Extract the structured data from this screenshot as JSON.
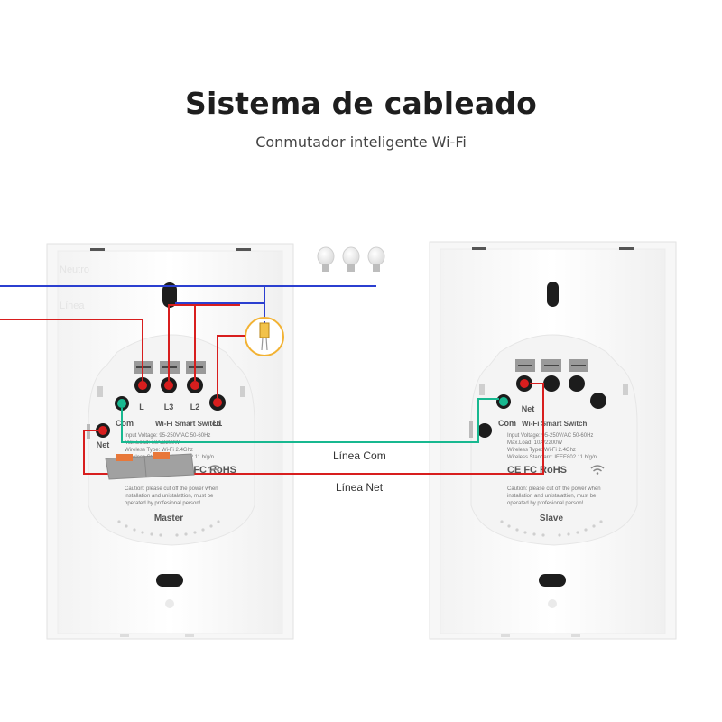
{
  "header": {
    "title": "Sistema de cableado",
    "subtitle": "Conmutador inteligente Wi-Fi"
  },
  "master": {
    "terminals": [
      "L",
      "L3",
      "L2",
      "L1"
    ],
    "com_label": "Com",
    "net_label": "Net",
    "product_name": "Wi-Fi Smart Switch",
    "specs": [
      "Input Voltage: 95-250V/AC 50-60Hz",
      "Max.Load: 10A/2200W",
      "Wireless Type: Wi-Fi 2.4Ghz",
      "Wireless Standard: IEEE802.11 b/g/n"
    ],
    "cert": "CE FC RoHS",
    "caution": [
      "Caution: please cut off the power when",
      "installation and unistalattion, must be",
      "operated by profesional person!"
    ],
    "name": "Master"
  },
  "slave": {
    "net_label": "Net",
    "com_label": "Com",
    "product_name": "Wi-Fi Smart Switch",
    "specs": [
      "Input Voltage: 95-250V/AC 50-60Hz",
      "Max.Load: 10A/2200W",
      "Wireless Type: Wi-Fi 2.4Ghz",
      "Wireless Standard: IEEE802.11 b/g/n"
    ],
    "cert": "CE FC RoHS",
    "caution": [
      "Caution: please cut off the power when",
      "installation and unistalattion, must be",
      "operated by profesional person!"
    ],
    "name": "Slave"
  },
  "wires": {
    "neutro": "Neutro",
    "linea": "Línea",
    "com": "Línea Com",
    "net": "Línea Net"
  },
  "colors": {
    "blue_wire": "#2b3fd0",
    "red_wire": "#d81e1e",
    "green_wire": "#18b890",
    "capacitor": "#f2b233",
    "connector": "#a1a1a1",
    "connector_tab": "#e8783a"
  },
  "icons": [
    "light-bulb-icon",
    "wifi-icon",
    "capacitor-icon",
    "wire-connector-icon"
  ]
}
